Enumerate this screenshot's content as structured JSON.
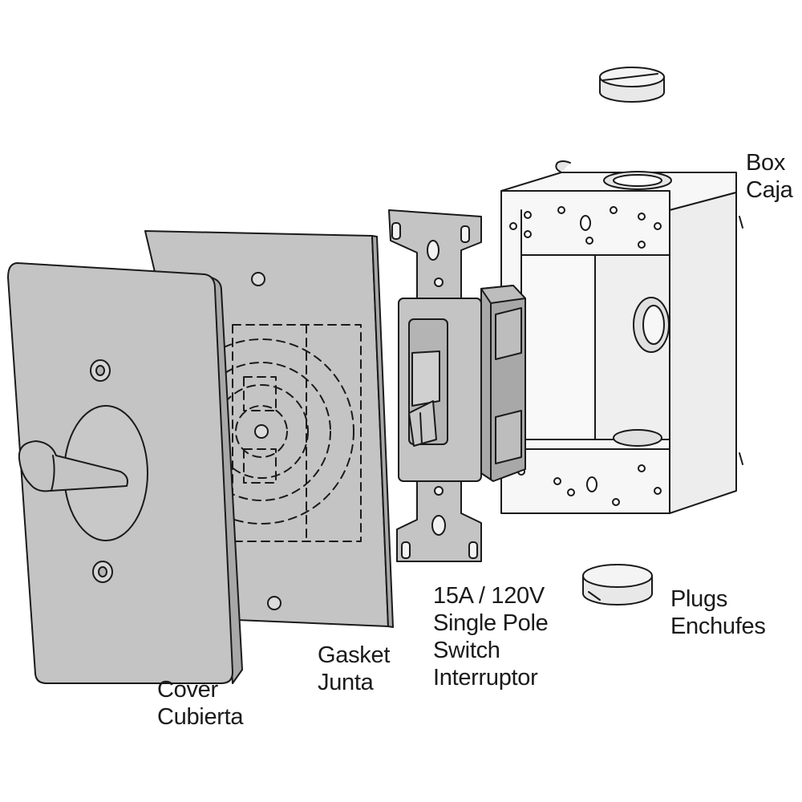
{
  "labels": {
    "box": {
      "en": "Box",
      "es": "Caja"
    },
    "plugs": {
      "en": "Plugs",
      "es": "Enchufes"
    },
    "switch": {
      "line1": "15A / 120V",
      "line2": "Single Pole",
      "line3": "Switch",
      "es": "Interruptor"
    },
    "gasket": {
      "en": "Gasket",
      "es": "Junta"
    },
    "cover": {
      "en": "Cover",
      "es": "Cubierta"
    }
  },
  "colors": {
    "part_fill": "#c4c4c4",
    "part_fill_dark": "#a8a8a8",
    "box_fill": "#f7f7f7",
    "outline": "#1a1a1a"
  }
}
